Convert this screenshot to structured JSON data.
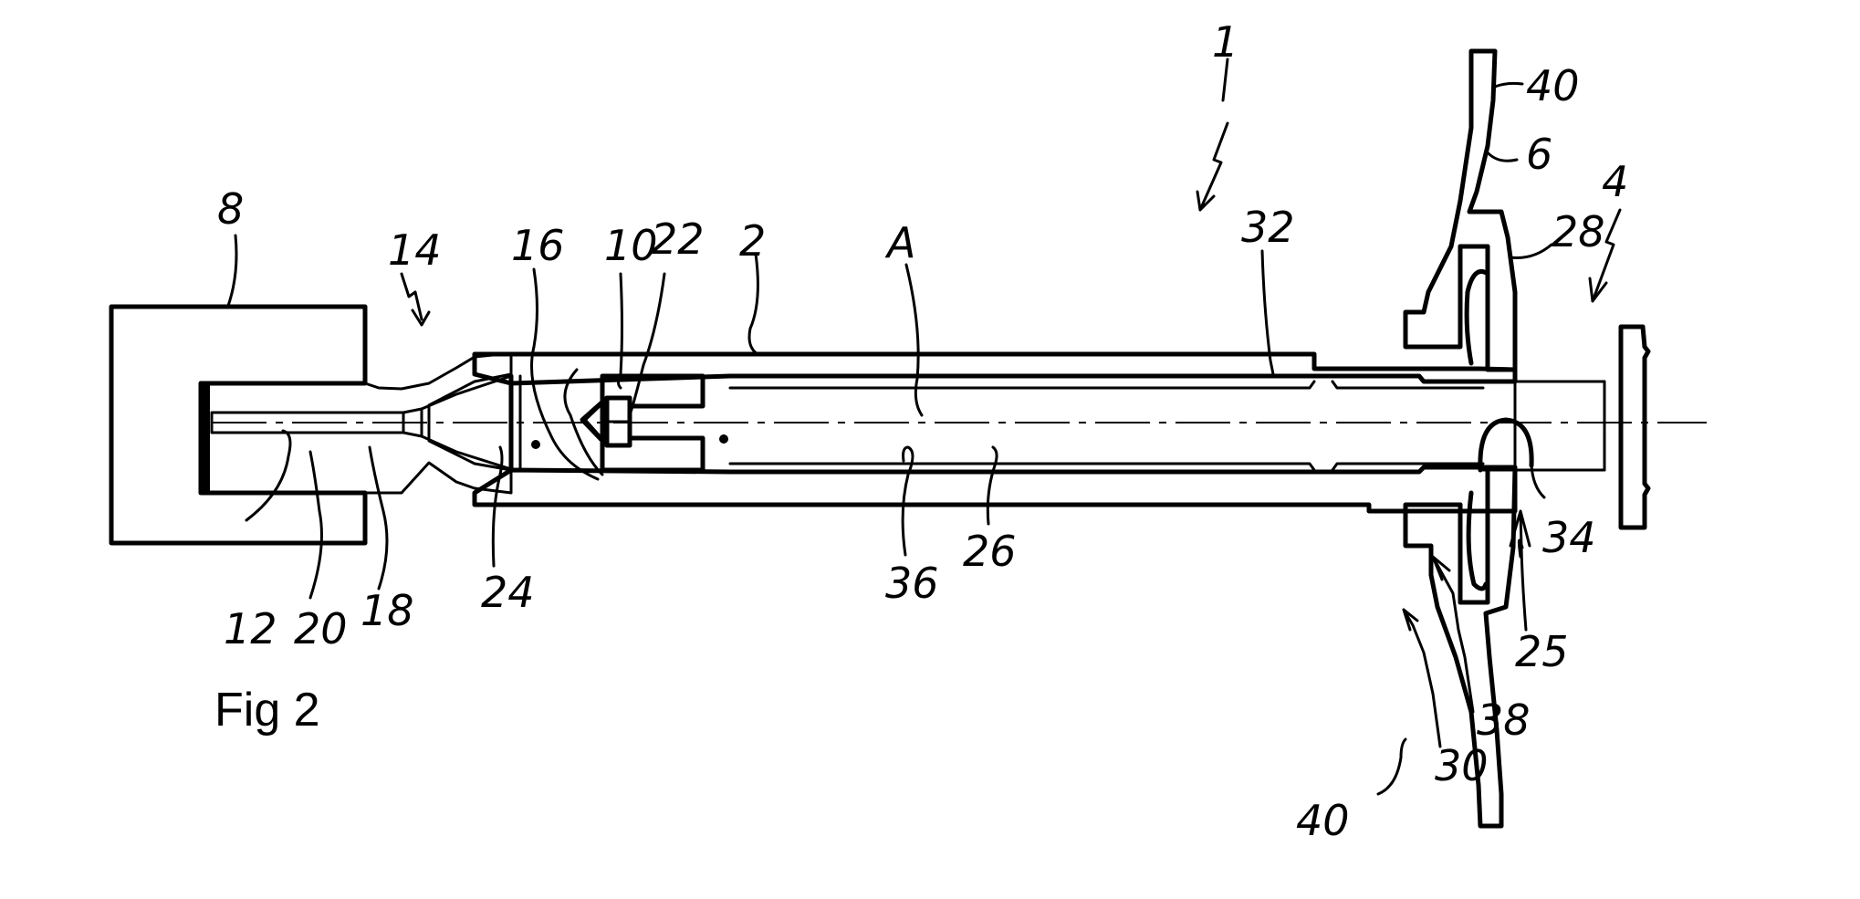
{
  "figure": {
    "caption": "Fig 2",
    "type": "patent cross-section drawing"
  },
  "labels": {
    "l1": "1",
    "l2": "2",
    "l4": "4",
    "l6": "6",
    "l8": "8",
    "l10": "10",
    "l12": "12",
    "l14": "14",
    "l16": "16",
    "l18": "18",
    "l20": "20",
    "l22": "22",
    "l24": "24",
    "l25": "25",
    "l26": "26",
    "l28": "28",
    "l30": "30",
    "l32": "32",
    "l34": "34",
    "l36": "36",
    "l38": "38",
    "l40_top": "40",
    "l40_bottom": "40",
    "lA": "A"
  },
  "colors": {
    "ink": "#000000",
    "paper": "#ffffff"
  }
}
